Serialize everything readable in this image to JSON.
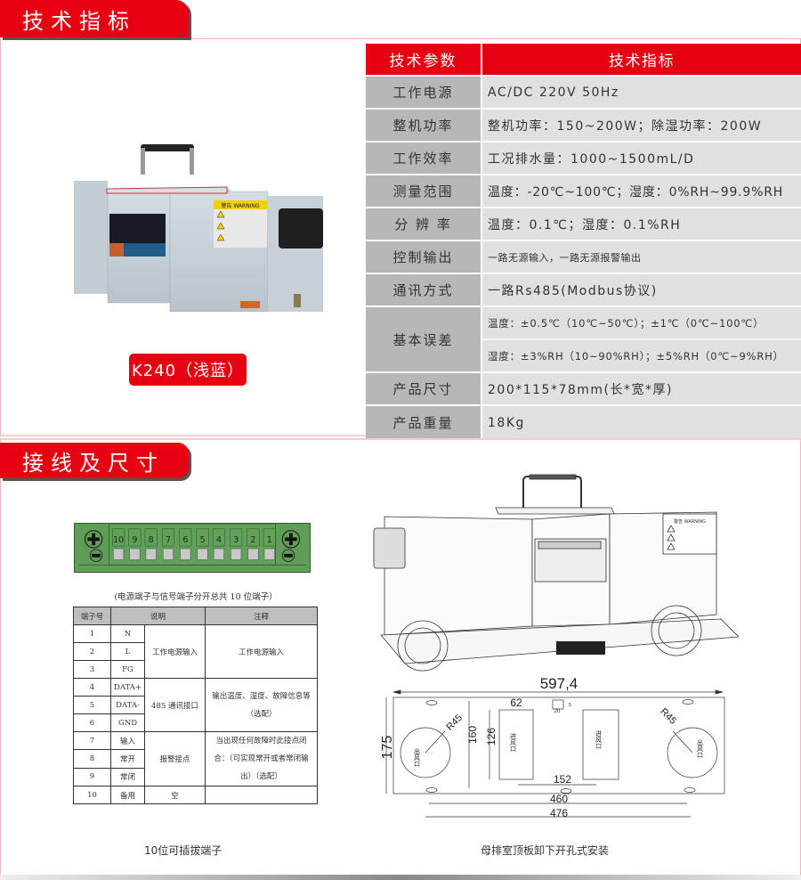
{
  "sections": {
    "specs_title": "技术指标",
    "wiring_title": "接线及尺寸"
  },
  "product": {
    "model_label": "K240（浅蓝）",
    "panel_warning": "警告 WARNING"
  },
  "spec_table": {
    "headers": {
      "param": "技术参数",
      "value": "技术指标"
    },
    "rows": [
      {
        "param": "工作电源",
        "value": "AC/DC 220V 50Hz"
      },
      {
        "param": "整机功率",
        "value": "整机功率：150~200W；除湿功率：200W"
      },
      {
        "param": "工作效率",
        "value": "工况排水量：1000~1500mL/D"
      },
      {
        "param": "测量范围",
        "value": "温度：-20℃~100℃；湿度：0%RH~99.9%RH"
      },
      {
        "param": "分 辨 率",
        "value": "温度：0.1℃；湿度：0.1%RH"
      },
      {
        "param": "控制输出",
        "value": "一路无源输入，一路无源报警输出"
      },
      {
        "param": "通讯方式",
        "value": "一路Rs485(Modbus协议)"
      },
      {
        "param": "基本误差",
        "value_lines": [
          "温度：±0.5℃（10℃~50℃）；±1℃（0℃~100℃）",
          "湿度：±3%RH（10~90%RH）；±5%RH（0℃~9%RH）"
        ]
      },
      {
        "param": "产品尺寸",
        "value": "200*115*78mm(长*宽*厚)"
      },
      {
        "param": "产品重量",
        "value": "18Kg"
      }
    ]
  },
  "terminal_block": {
    "numbers": [
      "10",
      "9",
      "8",
      "7",
      "6",
      "5",
      "4",
      "3",
      "2",
      "1"
    ],
    "note": "(电源端子与信号端子分开总共 10 位端子）",
    "colors": {
      "body": "#5f9e57",
      "pin": "#c8c8c8"
    }
  },
  "wiring_table": {
    "headers": {
      "no": "端子号",
      "desc": "说明",
      "note": "注释"
    },
    "rows": [
      {
        "no": "1",
        "pin": "N"
      },
      {
        "no": "2",
        "pin": "L"
      },
      {
        "no": "3",
        "pin": "FG"
      },
      {
        "no": "4",
        "pin": "DATA+"
      },
      {
        "no": "5",
        "pin": "DATA-"
      },
      {
        "no": "6",
        "pin": "GND"
      },
      {
        "no": "7",
        "pin": "输入"
      },
      {
        "no": "8",
        "pin": "常开"
      },
      {
        "no": "9",
        "pin": "常闭"
      },
      {
        "no": "10",
        "pin": "备用"
      }
    ],
    "groups": {
      "power_desc": "工作电源输入",
      "power_note": "工作电源输入",
      "comm_desc": "485 通讯接口",
      "comm_note": "输出温度、湿度、故障信息等（选配）",
      "alarm_desc": "报警接点",
      "alarm_note": "当出现任何故障时此接点闭合：（可实现常开或者常闭输出）（选配）",
      "spare_desc": "空",
      "spare_note": ""
    }
  },
  "dimension_drawing": {
    "overall_width": "597,4",
    "height": "175",
    "radius_left": "R45",
    "radius_right": "R45",
    "hole_spacing_v": "160",
    "inlet_height": "126",
    "inlet_width": "62",
    "slot_w": "20",
    "slot_h": "5",
    "inlet_gap": "152",
    "span_inner": "460",
    "span_outer": "476",
    "outlet_label": "出风口",
    "inlet_label": "进风口"
  },
  "captions": {
    "terminal": "10位可插拔端子",
    "mounting": "母排室顶板卸下开孔式安装"
  },
  "colors": {
    "brand_red": "#e60012",
    "key_cell": "#b7b7b7",
    "value_cell": "#e0e0e0"
  }
}
